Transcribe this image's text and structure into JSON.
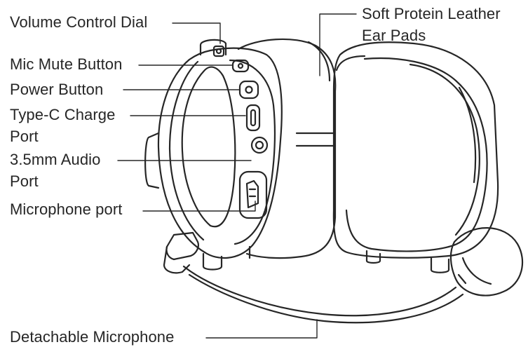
{
  "figure": {
    "line_color": "#262626",
    "background": "#ffffff"
  },
  "callouts": {
    "volume_dial": "Volume Control Dial",
    "mic_mute": "Mic Mute Button",
    "power": "Power Button",
    "typec_line1": "Type-C Charge",
    "typec_line2": "Port",
    "audio_line1": "3.5mm Audio",
    "audio_line2": "Port",
    "mic_port": "Microphone port",
    "ear_pads_line1": "Soft Protein Leather",
    "ear_pads_line2": "Ear Pads",
    "detachable_mic": "Detachable Microphone"
  }
}
